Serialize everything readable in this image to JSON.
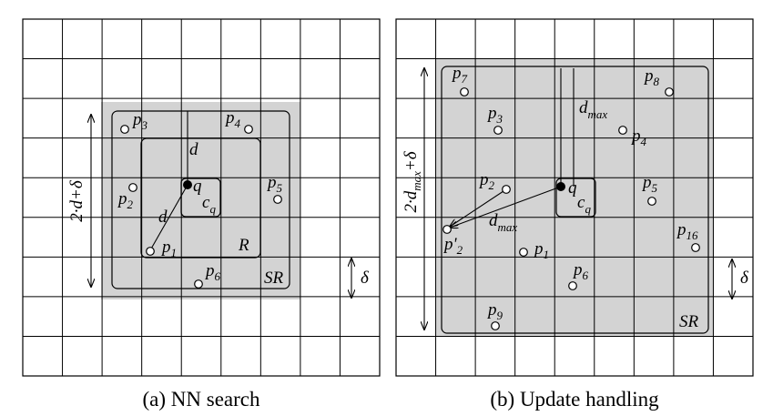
{
  "left_panel": {
    "caption": "(a) NN search",
    "query_label": "q",
    "cell_label": "c",
    "cell_sub": "q",
    "region_r": "R",
    "region_sr": "SR",
    "dist_top": "d",
    "dist_diag": "d",
    "dim_label": "2·d+δ",
    "delta_label": "δ",
    "points": [
      {
        "name": "p",
        "sub": "1"
      },
      {
        "name": "p",
        "sub": "2"
      },
      {
        "name": "p",
        "sub": "3"
      },
      {
        "name": "p",
        "sub": "4"
      },
      {
        "name": "p",
        "sub": "5"
      },
      {
        "name": "p",
        "sub": "6"
      }
    ]
  },
  "right_panel": {
    "caption": "(b) Update handling",
    "query_label": "q",
    "cell_label": "c",
    "cell_sub": "q",
    "region_sr": "SR",
    "dist_top": "d",
    "dist_top_sub": "max",
    "dist_diag": "d",
    "dist_diag_sub": "max",
    "dim_main": "2·d",
    "dim_sub": "max",
    "dim_tail": "+δ",
    "delta_label": "δ",
    "moved_point": {
      "name": "p'",
      "sub": "2"
    },
    "points": [
      {
        "name": "p",
        "sub": "1"
      },
      {
        "name": "p",
        "sub": "2"
      },
      {
        "name": "p",
        "sub": "3"
      },
      {
        "name": "p",
        "sub": "4"
      },
      {
        "name": "p",
        "sub": "5"
      },
      {
        "name": "p",
        "sub": "6"
      },
      {
        "name": "p",
        "sub": "7"
      },
      {
        "name": "p",
        "sub": "8"
      },
      {
        "name": "p",
        "sub": "9"
      },
      {
        "name": "p",
        "sub": "16"
      }
    ]
  }
}
